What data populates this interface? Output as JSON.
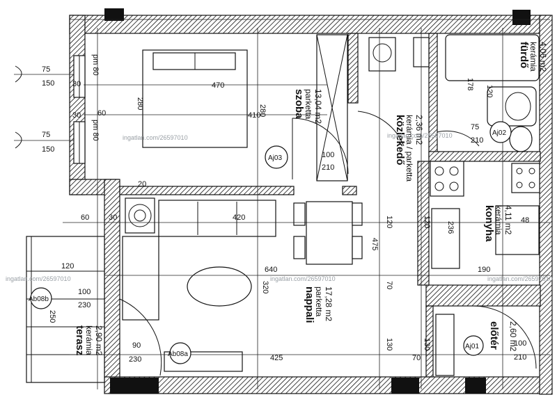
{
  "rooms": {
    "szoba": {
      "name": "szoba",
      "floor": "parketta",
      "area": "13,04 m2"
    },
    "furdo": {
      "name": "fürdő",
      "floor": "kerámia",
      "area": "4,06 m2"
    },
    "kozlekedo": {
      "name": "közlekedő",
      "floor": "kerámia / parketta",
      "area": "2,36 m2"
    },
    "konyha": {
      "name": "konyha",
      "floor": "kerámia",
      "area": "4,11 m2"
    },
    "nappali": {
      "name": "nappali",
      "floor": "parketta",
      "area": "17,28 m2"
    },
    "terasz": {
      "name": "terasz",
      "floor": "kerámia",
      "area": "2,90 m2"
    },
    "eloter": {
      "name": "előtér",
      "floor": "",
      "area": "2,60 m2"
    }
  },
  "windows": {
    "w1": {
      "width": "75",
      "height": "150",
      "sill": "pm 80"
    },
    "w2": {
      "width": "75",
      "height": "150",
      "sill": "pm 80"
    }
  },
  "doors": {
    "aj03": {
      "tag": "Aj03",
      "width": "100",
      "height": "210"
    },
    "aj02": {
      "tag": "Aj02",
      "width": "75",
      "height": "210"
    },
    "aj01": {
      "tag": "Aj01",
      "width": "100",
      "height": "210"
    },
    "ab08a": {
      "tag": "Ab08a",
      "width": "90",
      "height": "230"
    },
    "ab08b": {
      "tag": "Ab08b",
      "width": "100",
      "height": "230"
    }
  },
  "dimensions": {
    "d470": "470",
    "d410": "410",
    "d280a": "280",
    "d280b": "280",
    "d30a": "30",
    "d30b": "30",
    "d30c": "30",
    "d60a": "60",
    "d60b": "60",
    "d420": "420",
    "d640": "640",
    "d320": "320",
    "d475": "475",
    "d425": "425",
    "d120a": "120",
    "d120b": "120",
    "d120c": "120",
    "d70a": "70",
    "d70b": "70",
    "d130a": "130",
    "d130b": "130",
    "d250": "250",
    "d178": "178",
    "d120d": "120",
    "d190": "190",
    "d48": "48",
    "d236": "236",
    "d20": "20"
  },
  "watermarks": {
    "w1": "ingatlan.com/26597010",
    "w2": "ingatlan.com/26597010",
    "w3": "ingatlan.com/26597010",
    "w4": "ingatlan.com/26597010",
    "w5": "ingatlan.com/26597010"
  }
}
